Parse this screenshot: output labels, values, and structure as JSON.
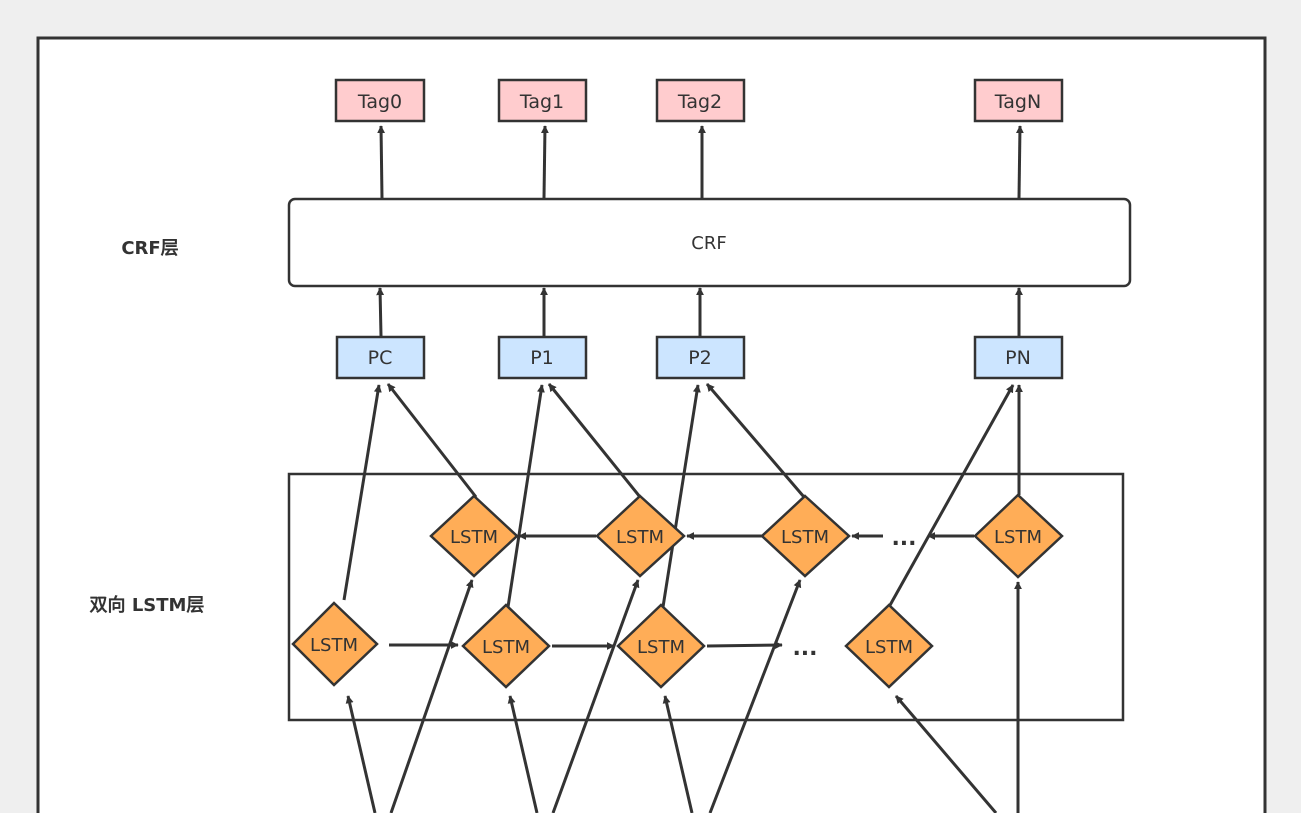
{
  "layer_labels": {
    "crf": "CRF层",
    "bilstm": "双向 LSTM层"
  },
  "tags": [
    "Tag0",
    "Tag1",
    "Tag2",
    "TagN"
  ],
  "crf_box": {
    "label": "CRF"
  },
  "p_nodes": [
    "PC",
    "P1",
    "P2",
    "PN"
  ],
  "lstm_backward": [
    "LSTM",
    "LSTM",
    "LSTM",
    "LSTM"
  ],
  "lstm_forward": [
    "LSTM",
    "LSTM",
    "LSTM",
    "LSTM"
  ],
  "ellipsis": "...",
  "colors": {
    "background": "#efefef",
    "canvas": "#ffffff",
    "stroke": "#333333",
    "tag_fill": "#ffccce",
    "p_fill": "#cce5ff",
    "lstm_fill": "#ffad57"
  }
}
